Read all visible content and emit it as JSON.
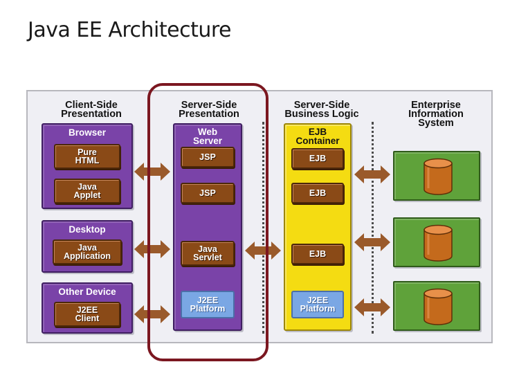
{
  "slide": {
    "title": "Java EE Architecture"
  },
  "columns": {
    "client": "Client-Side\nPresentation",
    "server_presentation": "Server-Side\nPresentation",
    "server_business": "Server-Side\nBusiness Logic",
    "enterprise": "Enterprise\nInformation\nSystem"
  },
  "client": {
    "browser": {
      "title": "Browser",
      "items": [
        "Pure\nHTML",
        "Java\nApplet"
      ]
    },
    "desktop": {
      "title": "Desktop",
      "items": [
        "Java\nApplication"
      ]
    },
    "other_device": {
      "title": "Other Device",
      "items": [
        "J2EE\nClient"
      ]
    }
  },
  "web_server": {
    "title": "Web\nServer",
    "items": [
      "JSP",
      "JSP",
      "Java\nServlet"
    ],
    "platform": "J2EE\nPlatform"
  },
  "ejb_container": {
    "title": "EJB\nContainer",
    "items": [
      "EJB",
      "EJB",
      "EJB"
    ],
    "platform": "J2EE\nPlatform"
  },
  "colors": {
    "purple": "#7a43a8",
    "component_brown": "#8a4a17",
    "ejb_yellow": "#f4dc12",
    "platform_blue": "#7aa7e4",
    "eis_green": "#5fa23a",
    "arrow_brown": "#9a5a2b",
    "highlight_red": "#7b1720"
  },
  "icons": {
    "arrow": "double-arrow-icon",
    "database": "database-cylinder-icon"
  }
}
